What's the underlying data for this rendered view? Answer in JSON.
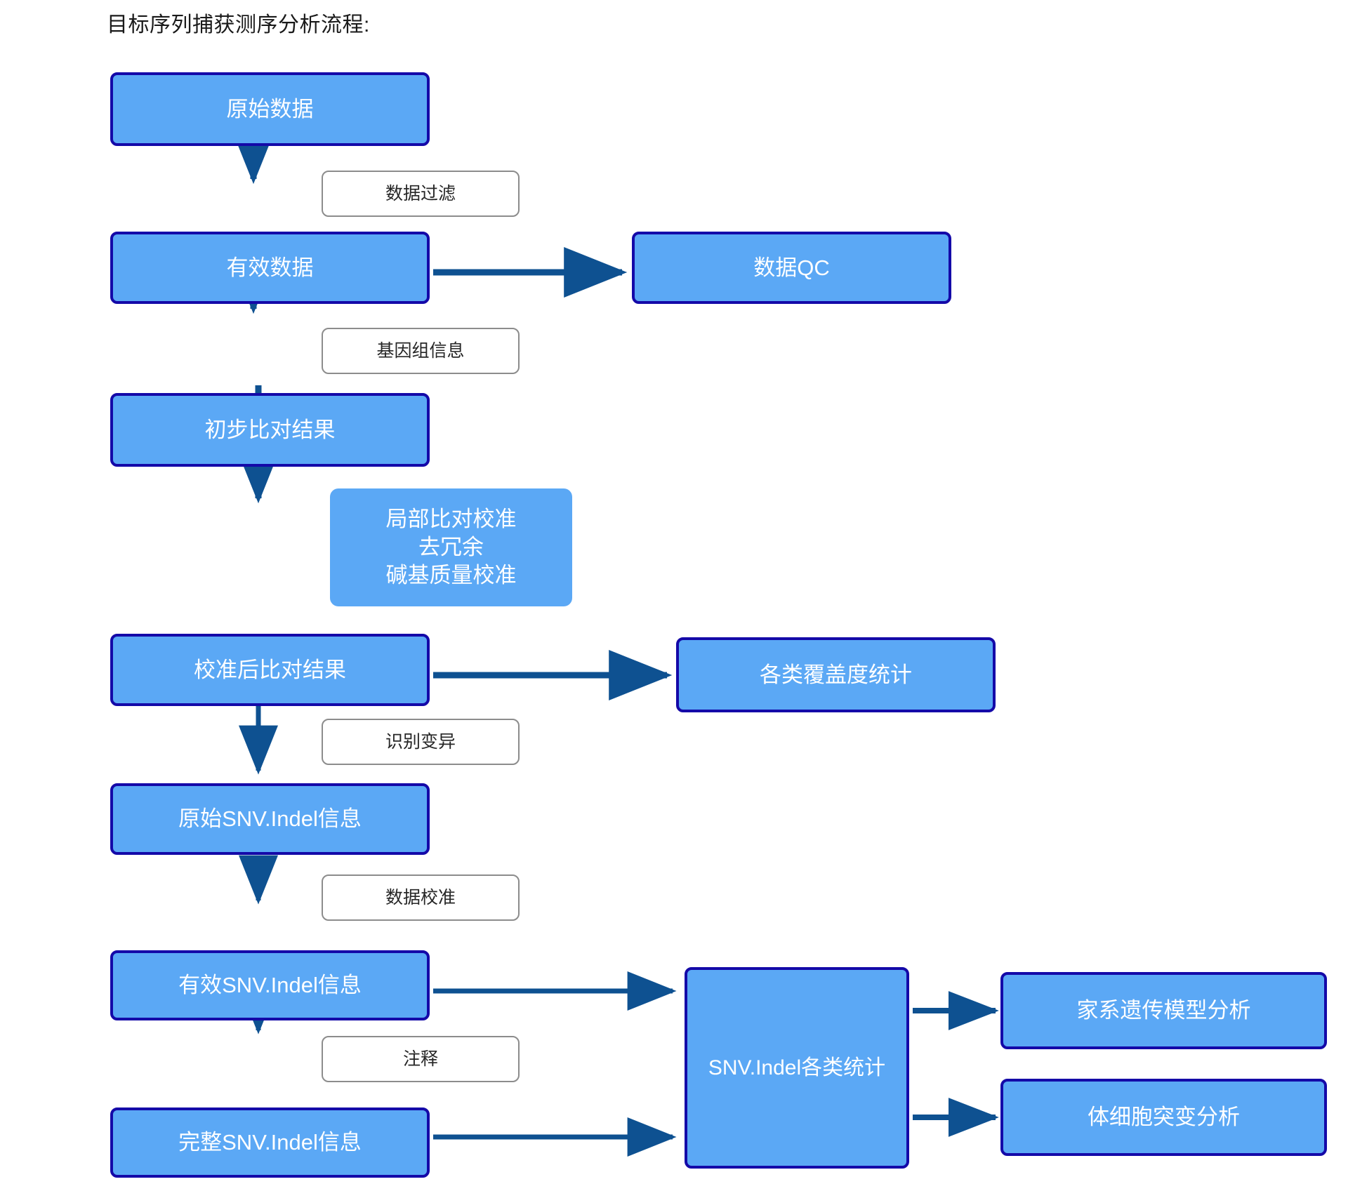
{
  "page": {
    "title": "目标序列捕获测序分析流程:",
    "background": "#ffffff",
    "node_fill": "#5BA8F5",
    "node_border": "#1409A8",
    "node_text_color": "#ffffff",
    "edge_color": "#0E5191",
    "label_border": "#8c8c8c",
    "label_text_color": "#262626"
  },
  "nodes": {
    "raw_data": "原始数据",
    "valid_data": "有效数据",
    "data_qc": "数据QC",
    "initial_alignment": "初步比对结果",
    "calibration": "局部比对校准\n去冗余\n碱基质量校准",
    "calibrated_alignment": "校准后比对结果",
    "coverage_stats": "各类覆盖度统计",
    "raw_snv_indel": "原始SNV.Indel信息",
    "valid_snv_indel": "有效SNV.Indel信息",
    "full_snv_indel": "完整SNV.Indel信息",
    "snv_indel_stats": "SNV.Indel各类统计",
    "pedigree_analysis": "家系遗传模型分析",
    "somatic_analysis": "体细胞突变分析"
  },
  "edge_labels": {
    "data_filter": "数据过滤",
    "genome_info": "基因组信息",
    "variant_calling": "识别变异",
    "data_calibration": "数据校准",
    "annotation": "注释"
  }
}
